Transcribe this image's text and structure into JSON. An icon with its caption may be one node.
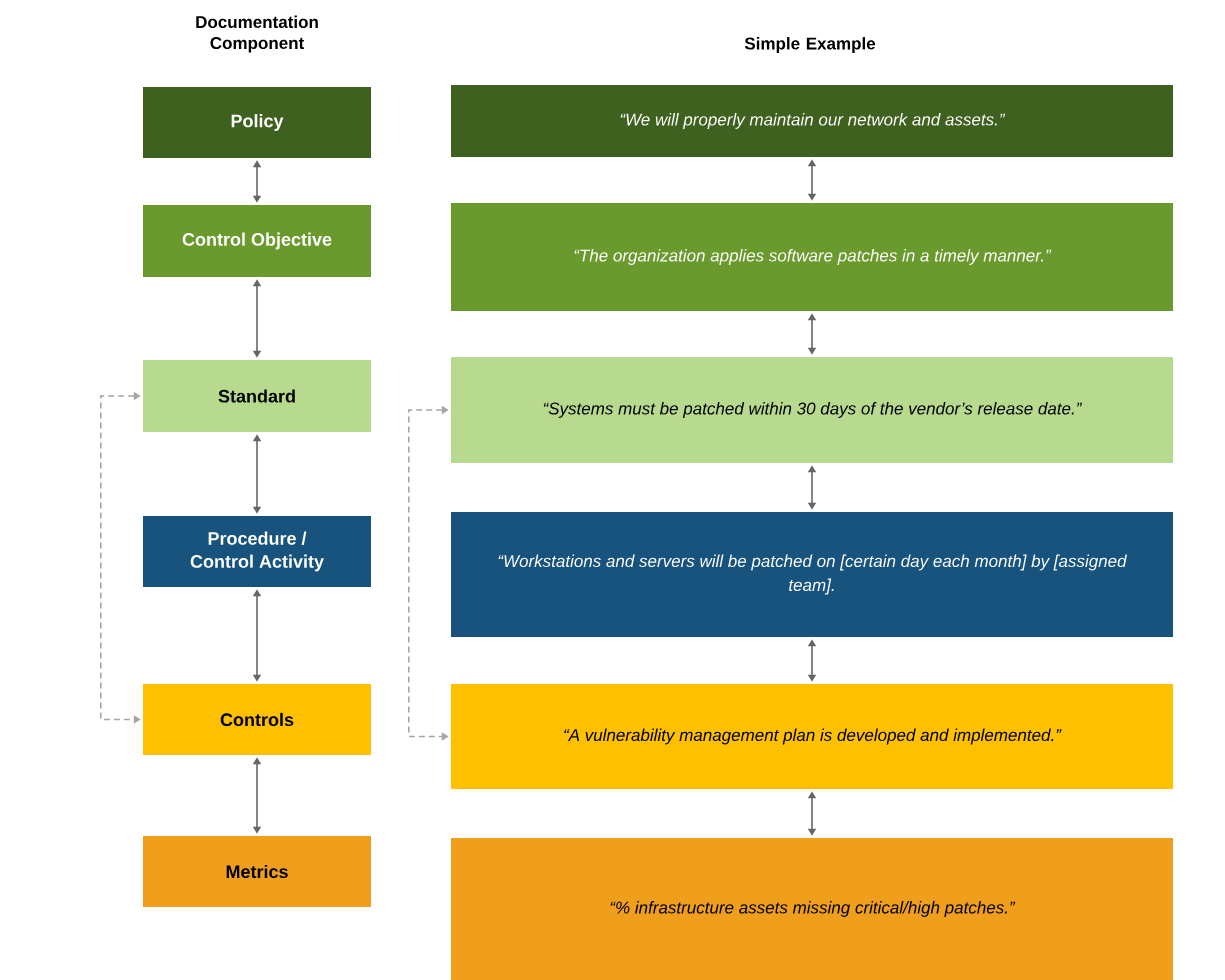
{
  "diagram": {
    "nodes": [
      {
        "text": [
          "Policy"
        ]
      },
      {
        "text": [
          "Control Objective"
        ]
      },
      {
        "text": [
          "Standard"
        ]
      },
      {
        "text": [
          "Procedure / Control Activity"
        ]
      },
      {
        "text": [
          "Controls"
        ]
      },
      {
        "text": [
          "Metrics"
        ]
      },
      {
        "text": [
          "“We will properly maintain our network and assets.”"
        ]
      },
      {
        "text": [
          "“The organization applies software patches in a timely manner.”"
        ]
      },
      {
        "text": [
          "“Systems must be patched within 30 days of the vendor’s release date.”"
        ]
      },
      {
        "text": [
          "“Workstations and servers will be patched on [certain day each month] by [assigned team]."
        ]
      },
      {
        "text": [
          "“A vulnerability management plan is developed and implemented.”"
        ]
      },
      {
        "text": [
          "“% infrastructure assets missing critical/high patches.”"
        ]
      }
    ],
    "edges": [
      {
        "from": 0,
        "to": 1,
        "arrow": "both"
      },
      {
        "from": 1,
        "to": 2,
        "arrow": "both"
      },
      {
        "from": 2,
        "to": 3,
        "arrow": "both"
      },
      {
        "from": 3,
        "to": 4,
        "arrow": "both"
      },
      {
        "from": 4,
        "to": 5,
        "arrow": "both"
      },
      {
        "from": 6,
        "to": 7,
        "arrow": "both"
      },
      {
        "from": 7,
        "to": 8,
        "arrow": "both"
      },
      {
        "from": 8,
        "to": 9,
        "arrow": "both"
      },
      {
        "from": 9,
        "to": 10,
        "arrow": "both"
      },
      {
        "from": 10,
        "to": 11,
        "arrow": "both"
      },
      {
        "from": 2,
        "to": 4,
        "arrow": "both",
        "style": "dashed",
        "color": "#a6a6a6"
      },
      {
        "from": 8,
        "to": 10,
        "arrow": "both",
        "style": "dashed",
        "color": "#a6a6a6"
      }
    ],
    "labels": [
      "Documentation Component",
      "Simple Example"
    ]
  }
}
